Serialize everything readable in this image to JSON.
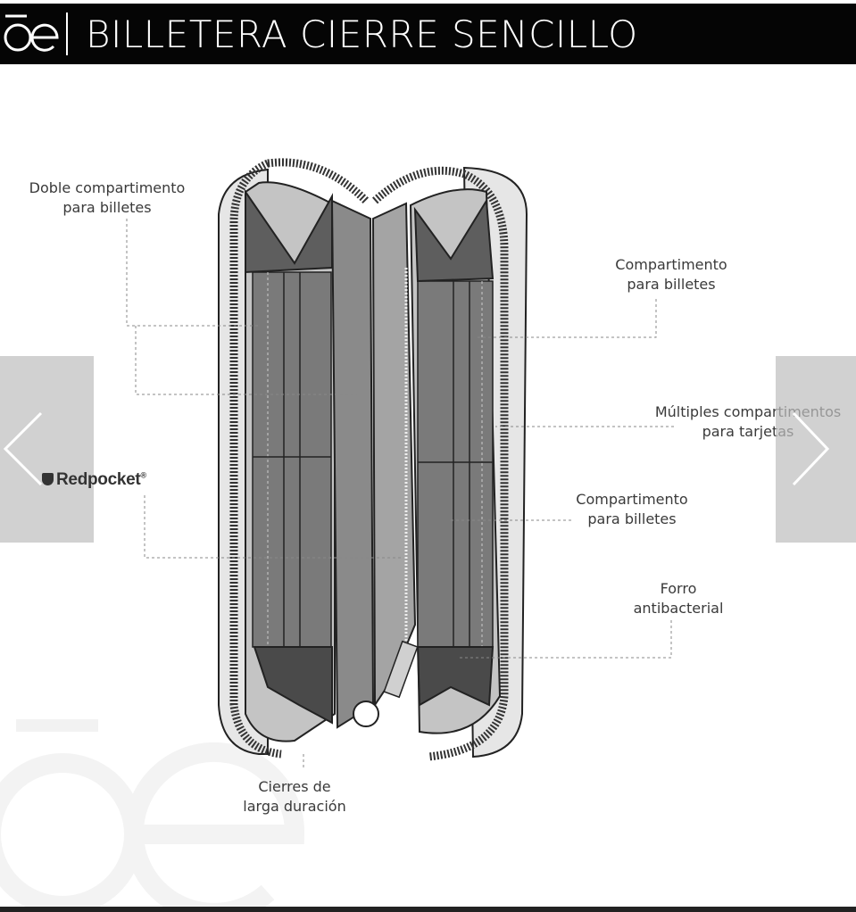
{
  "header": {
    "logo_text": "ōe",
    "title": "BILLETERA CIERRE SENCILLO"
  },
  "callouts": {
    "doble_line1": "Doble compartimento",
    "doble_line2": "para billetes",
    "comp1_line1": "Compartimento",
    "comp1_line2": "para billetes",
    "multiples_line1": "Múltiples compartimentos",
    "multiples_line2": "para tarjetas",
    "comp2_line1": "Compartimento",
    "comp2_line2": "para billetes",
    "forro_line1": "Forro",
    "forro_line2": "antibacterial",
    "cierres_line1": "Cierres de",
    "cierres_line2": "larga duración"
  },
  "brand": {
    "name": "Redpocket",
    "mark": "®"
  },
  "nav": {
    "prev_icon": "chevron-left-icon",
    "next_icon": "chevron-right-icon"
  },
  "colors": {
    "header_bg": "#050505",
    "nav_bg": "#bebebe",
    "wallet_dark": "#5a5a5a",
    "wallet_mid": "#8c8c8c",
    "wallet_light": "#d8d8d8"
  }
}
